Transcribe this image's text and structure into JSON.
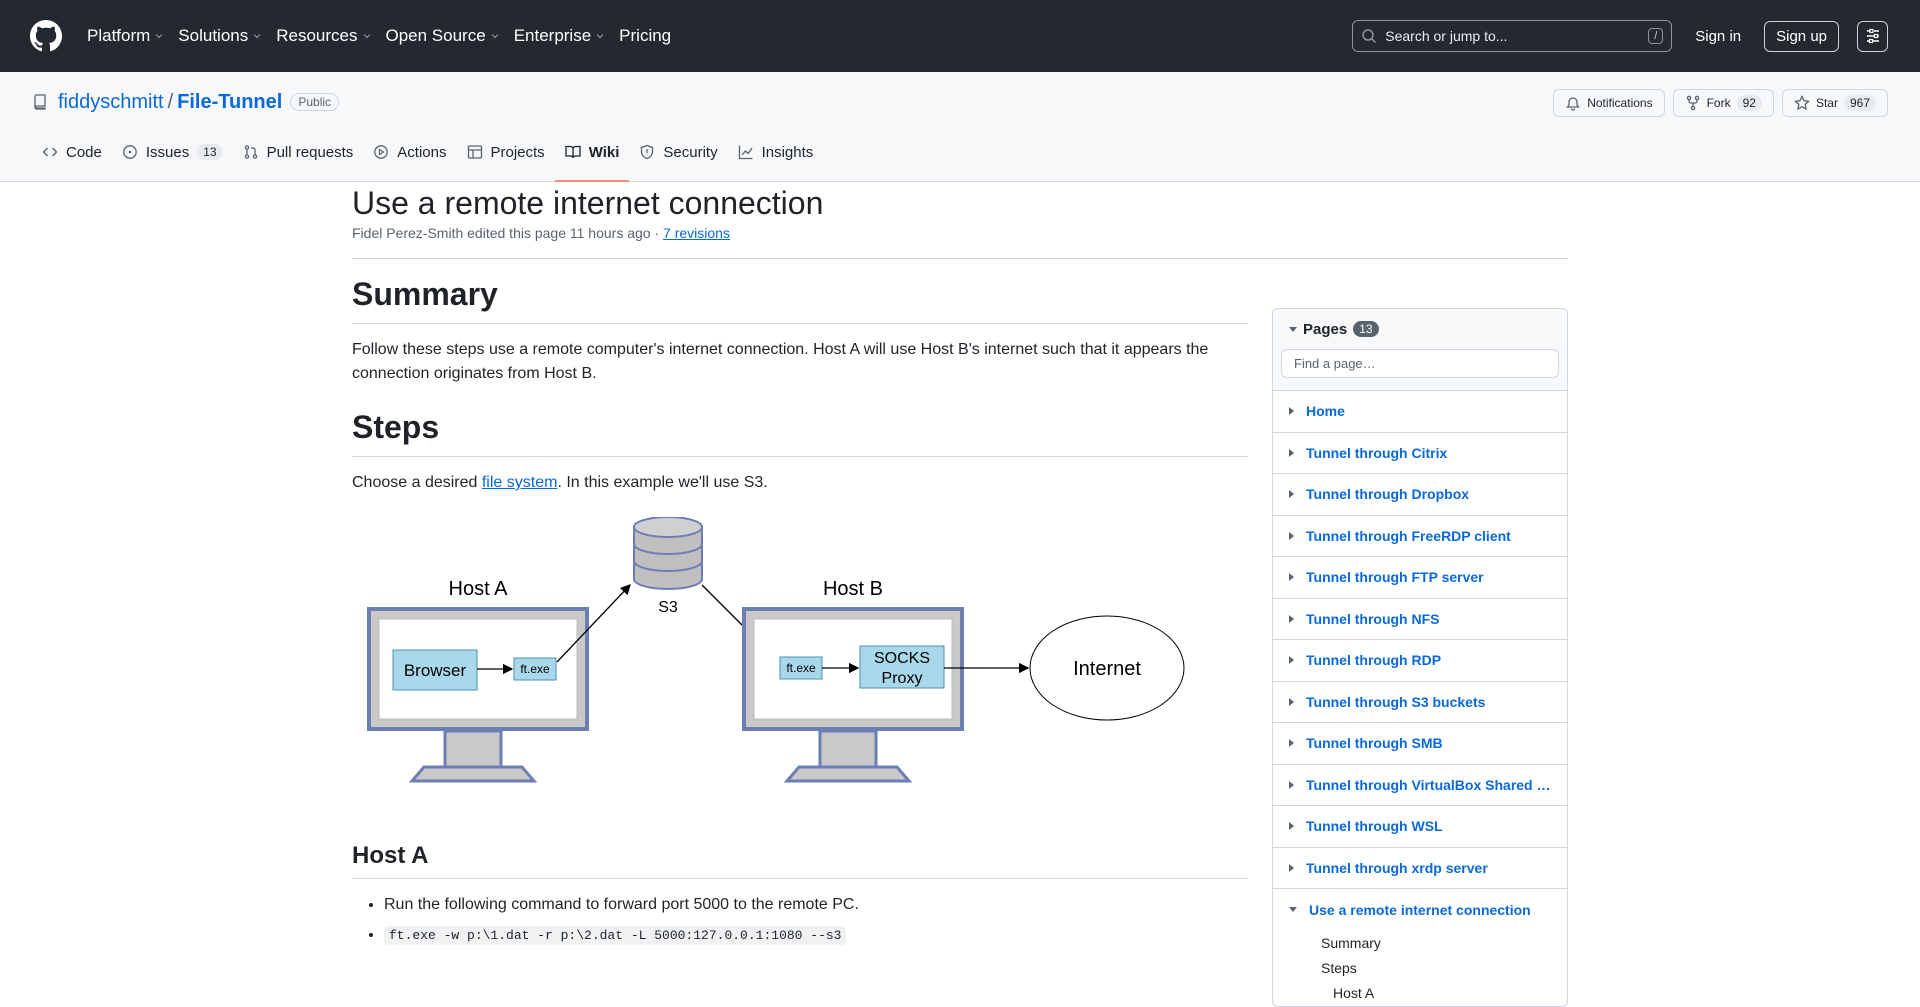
{
  "topnav": {
    "items": [
      "Platform",
      "Solutions",
      "Resources",
      "Open Source",
      "Enterprise",
      "Pricing"
    ],
    "search_placeholder": "Search or jump to...",
    "search_shortcut": "/",
    "sign_in": "Sign in",
    "sign_up": "Sign up"
  },
  "repo": {
    "owner": "fiddyschmitt",
    "separator": "/",
    "name": "File-Tunnel",
    "visibility": "Public",
    "notifications": "Notifications",
    "fork_label": "Fork",
    "fork_count": "92",
    "star_label": "Star",
    "star_count": "967"
  },
  "tabs": {
    "code": "Code",
    "issues": "Issues",
    "issues_count": "13",
    "pulls": "Pull requests",
    "actions": "Actions",
    "projects": "Projects",
    "wiki": "Wiki",
    "security": "Security",
    "insights": "Insights"
  },
  "page": {
    "title": "Use a remote internet connection",
    "author_line": "Fidel Perez-Smith edited this page 11 hours ago · ",
    "revisions": "7 revisions"
  },
  "content": {
    "summary_heading": "Summary",
    "summary_text": "Follow these steps use a remote computer's internet connection. Host A will use Host B's internet such that it appears the connection originates from Host B.",
    "steps_heading": "Steps",
    "steps_text_1": "Choose a desired ",
    "steps_link": "file system",
    "steps_text_2": ". In this example we'll use S3.",
    "host_a_heading": "Host A",
    "host_a_bullet_1": "Run the following command to forward port 5000 to the remote PC.",
    "host_a_code": "ft.exe -w p:\\1.dat -r p:\\2.dat -L 5000:127.0.0.1:1080 --s3"
  },
  "diagram": {
    "host_a": "Host A",
    "host_b": "Host B",
    "s3": "S3",
    "browser": "Browser",
    "ft_a": "ft.exe",
    "ft_b": "ft.exe",
    "socks_1": "SOCKS",
    "socks_2": "Proxy",
    "internet": "Internet"
  },
  "sidebar": {
    "title": "Pages",
    "count": "13",
    "filter_placeholder": "Find a page…",
    "pages": [
      "Home",
      "Tunnel through Citrix",
      "Tunnel through Dropbox",
      "Tunnel through FreeRDP client",
      "Tunnel through FTP server",
      "Tunnel through NFS",
      "Tunnel through RDP",
      "Tunnel through S3 buckets",
      "Tunnel through SMB",
      "Tunnel through VirtualBox Shared Folders",
      "Tunnel through WSL",
      "Tunnel through xrdp server"
    ],
    "current": "Use a remote internet connection",
    "sub_items": [
      "Summary",
      "Steps"
    ],
    "sub_sub_items": [
      "Host A"
    ]
  },
  "colors": {
    "header_bg": "#24292f",
    "link": "#0969da",
    "active_tab_underline": "#fd8c73",
    "monitor_frame": "#6b7fb3",
    "box_fill": "#a8d8ea"
  }
}
